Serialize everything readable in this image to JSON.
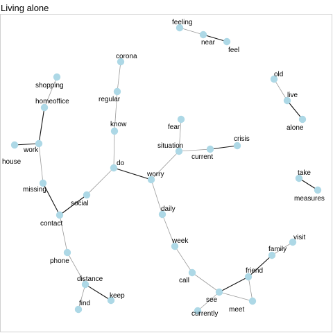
{
  "title": "Living alone",
  "colors": {
    "node": "#add8e6",
    "edge_weak": "#9a9a9a",
    "edge_strong": "#111111",
    "frame": "#d0d0d0"
  },
  "nodes": [
    {
      "id": "feeling",
      "label": "feeling"
    },
    {
      "id": "near",
      "label": "near"
    },
    {
      "id": "feel",
      "label": "feel"
    },
    {
      "id": "corona",
      "label": "corona"
    },
    {
      "id": "regular",
      "label": "regular"
    },
    {
      "id": "know",
      "label": "know"
    },
    {
      "id": "do",
      "label": "do"
    },
    {
      "id": "worry",
      "label": "worry"
    },
    {
      "id": "fear",
      "label": "fear"
    },
    {
      "id": "situation",
      "label": "situation"
    },
    {
      "id": "current",
      "label": "current"
    },
    {
      "id": "crisis",
      "label": "crisis"
    },
    {
      "id": "old",
      "label": "old"
    },
    {
      "id": "live",
      "label": "live"
    },
    {
      "id": "alone",
      "label": "alone"
    },
    {
      "id": "shopping",
      "label": "shopping"
    },
    {
      "id": "homeoffice",
      "label": "homeoffice"
    },
    {
      "id": "work",
      "label": "work"
    },
    {
      "id": "house",
      "label": "house"
    },
    {
      "id": "missing",
      "label": "missing"
    },
    {
      "id": "social",
      "label": "social"
    },
    {
      "id": "contact",
      "label": "contact"
    },
    {
      "id": "take",
      "label": "take"
    },
    {
      "id": "measures",
      "label": "measures"
    },
    {
      "id": "daily",
      "label": "daily"
    },
    {
      "id": "week",
      "label": "week"
    },
    {
      "id": "call",
      "label": "call"
    },
    {
      "id": "visit",
      "label": "visit"
    },
    {
      "id": "family",
      "label": "family"
    },
    {
      "id": "friend",
      "label": "friend"
    },
    {
      "id": "see",
      "label": "see"
    },
    {
      "id": "meet",
      "label": "meet"
    },
    {
      "id": "currently",
      "label": "currently"
    },
    {
      "id": "phone",
      "label": "phone"
    },
    {
      "id": "distance",
      "label": "distance"
    },
    {
      "id": "keep",
      "label": "keep"
    },
    {
      "id": "find",
      "label": "find"
    }
  ],
  "edges": [
    {
      "from": "feeling",
      "to": "near",
      "strong": false
    },
    {
      "from": "near",
      "to": "feel",
      "strong": true
    },
    {
      "from": "corona",
      "to": "regular",
      "strong": false
    },
    {
      "from": "regular",
      "to": "know",
      "strong": false
    },
    {
      "from": "know",
      "to": "do",
      "strong": false
    },
    {
      "from": "do",
      "to": "worry",
      "strong": true
    },
    {
      "from": "do",
      "to": "social",
      "strong": false
    },
    {
      "from": "worry",
      "to": "situation",
      "strong": false
    },
    {
      "from": "worry",
      "to": "daily",
      "strong": false
    },
    {
      "from": "fear",
      "to": "situation",
      "strong": false
    },
    {
      "from": "situation",
      "to": "current",
      "strong": false
    },
    {
      "from": "current",
      "to": "crisis",
      "strong": true
    },
    {
      "from": "old",
      "to": "live",
      "strong": false
    },
    {
      "from": "live",
      "to": "alone",
      "strong": true
    },
    {
      "from": "shopping",
      "to": "homeoffice",
      "strong": false
    },
    {
      "from": "homeoffice",
      "to": "work",
      "strong": true
    },
    {
      "from": "work",
      "to": "house",
      "strong": true
    },
    {
      "from": "work",
      "to": "missing",
      "strong": false
    },
    {
      "from": "missing",
      "to": "contact",
      "strong": true
    },
    {
      "from": "social",
      "to": "contact",
      "strong": true
    },
    {
      "from": "contact",
      "to": "phone",
      "strong": false
    },
    {
      "from": "take",
      "to": "measures",
      "strong": true
    },
    {
      "from": "daily",
      "to": "week",
      "strong": false
    },
    {
      "from": "week",
      "to": "call",
      "strong": false
    },
    {
      "from": "call",
      "to": "see",
      "strong": false
    },
    {
      "from": "visit",
      "to": "family",
      "strong": false
    },
    {
      "from": "family",
      "to": "friend",
      "strong": true
    },
    {
      "from": "friend",
      "to": "see",
      "strong": true
    },
    {
      "from": "friend",
      "to": "meet",
      "strong": false
    },
    {
      "from": "see",
      "to": "meet",
      "strong": false
    },
    {
      "from": "see",
      "to": "currently",
      "strong": false
    },
    {
      "from": "phone",
      "to": "distance",
      "strong": false
    },
    {
      "from": "distance",
      "to": "keep",
      "strong": true
    },
    {
      "from": "distance",
      "to": "find",
      "strong": false
    }
  ]
}
